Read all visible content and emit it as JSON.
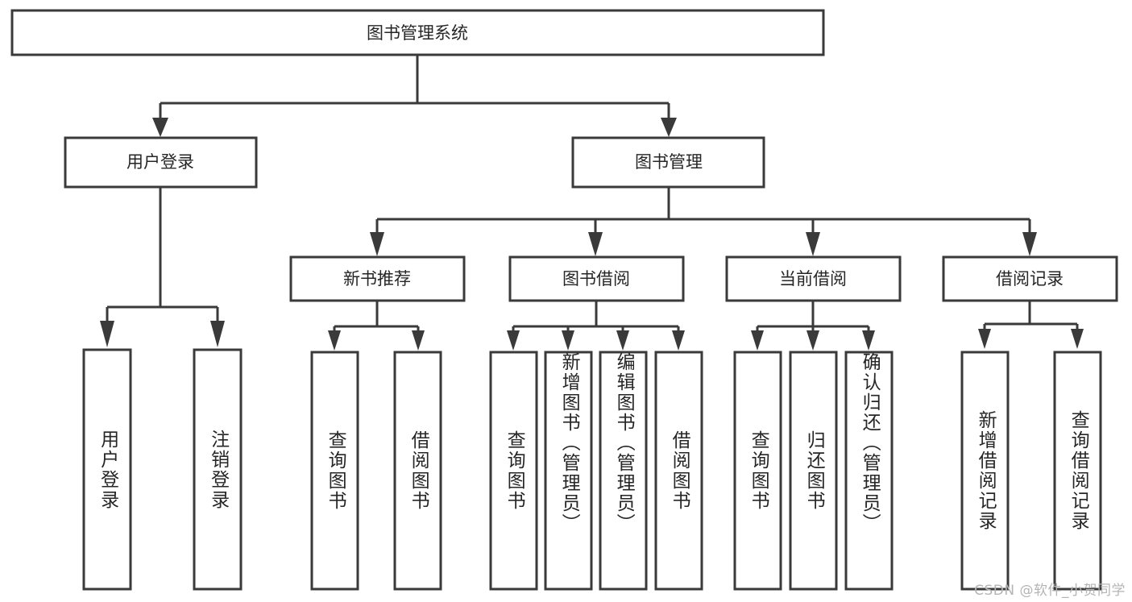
{
  "diagram": {
    "title": "图书管理系统",
    "type": "tree-hierarchy-chart",
    "root": {
      "id": "root",
      "label": "图书管理系统"
    },
    "level2": [
      {
        "id": "user-login",
        "label": "用户登录"
      },
      {
        "id": "book-manage",
        "label": "图书管理"
      }
    ],
    "level3": [
      {
        "id": "new-book-rec",
        "label": "新书推荐",
        "parent": "book-manage"
      },
      {
        "id": "book-borrow",
        "label": "图书借阅",
        "parent": "book-manage"
      },
      {
        "id": "current-borrow",
        "label": "当前借阅",
        "parent": "book-manage"
      },
      {
        "id": "borrow-record",
        "label": "借阅记录",
        "parent": "book-manage"
      }
    ],
    "leaves": [
      {
        "id": "leaf-user-login",
        "label": "用户登录",
        "parent": "user-login"
      },
      {
        "id": "leaf-logout-login",
        "label": "注销登录",
        "parent": "user-login"
      },
      {
        "id": "leaf-query-book-1",
        "label": "查询图书",
        "parent": "new-book-rec"
      },
      {
        "id": "leaf-borrow-book-1",
        "label": "借阅图书",
        "parent": "new-book-rec"
      },
      {
        "id": "leaf-query-book-2",
        "label": "查询图书",
        "parent": "book-borrow"
      },
      {
        "id": "leaf-add-book",
        "label": "新增图书（管理员）",
        "parent": "book-borrow"
      },
      {
        "id": "leaf-edit-book",
        "label": "编辑图书（管理员）",
        "parent": "book-borrow"
      },
      {
        "id": "leaf-borrow-book-2",
        "label": "借阅图书",
        "parent": "book-borrow"
      },
      {
        "id": "leaf-query-book-3",
        "label": "查询图书",
        "parent": "current-borrow"
      },
      {
        "id": "leaf-return-book",
        "label": "归还图书",
        "parent": "current-borrow"
      },
      {
        "id": "leaf-confirm-return",
        "label": "确认归还（管理员）",
        "parent": "current-borrow"
      },
      {
        "id": "leaf-add-record",
        "label": "新增借阅记录",
        "parent": "borrow-record"
      },
      {
        "id": "leaf-query-record",
        "label": "查询借阅记录",
        "parent": "borrow-record"
      }
    ],
    "colors": {
      "box_stroke": "#3a3a3a",
      "box_fill": "#ffffff",
      "text": "#262626",
      "connector": "#3a3a3a",
      "background": "#ffffff",
      "watermark": "#b4b4b4"
    }
  },
  "watermark": {
    "text": "CSDN @软件_小贺同学"
  }
}
